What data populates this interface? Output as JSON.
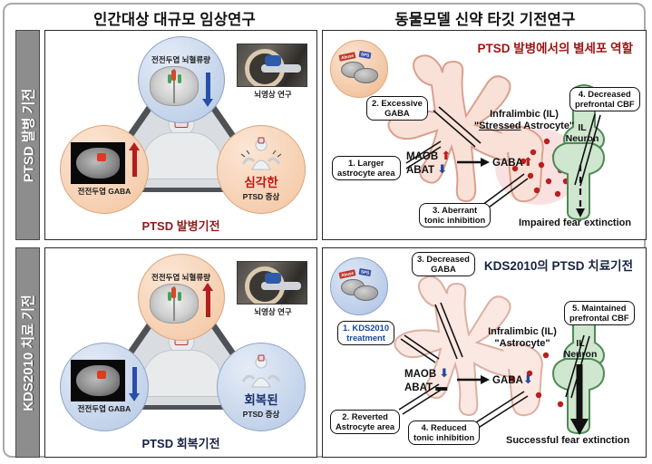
{
  "headers": {
    "left": "인간대상 대규모 임상연구",
    "right": "동물모델 신약 타깃 기전연구"
  },
  "side_tabs": {
    "top": "PTSD 발병 기전",
    "bottom": "KDS2010 치료 기전"
  },
  "clinical_top": {
    "bubble_top_caption": "전전두엽 뇌혈류량",
    "bubble_top_arrow": "down",
    "bubble_left_caption": "전전두엽 GABA",
    "bubble_left_arrow": "up",
    "bubble_right_line1": "심각한",
    "bubble_right_line2": "PTSD 증상",
    "photo_caption": "뇌영상 연구",
    "footer": "PTSD 발병기전"
  },
  "clinical_bottom": {
    "bubble_top_caption": "전전두엽 뇌혈류량",
    "bubble_top_arrow": "up",
    "bubble_left_caption": "전전두엽 GABA",
    "bubble_left_arrow": "down",
    "bubble_right_line1": "회복된",
    "bubble_right_line2": "PTSD 증상",
    "photo_caption": "뇌영상 연구",
    "footer": "PTSD 회복기전"
  },
  "mech_top": {
    "title": "PTSD 발병에서의 별세포 역할",
    "mouse_flag_red": "Abuse",
    "mouse_flag_blue": "SPS",
    "cell_label_line1": "Infralimbic (IL)",
    "cell_label_line2_pre": "\"",
    "cell_label_line2_underline": "Stressed",
    "cell_label_line2_post": " Astrocyte\"",
    "enzyme_1": "MAOB",
    "enzyme_1_change": "up",
    "enzyme_2": "ABAT",
    "enzyme_2_change": "down",
    "product": "GABA",
    "product_change": "up",
    "neuron_label_line1": "IL",
    "neuron_label_line2": "Neuron",
    "callouts": [
      "1. Larger\nastrocyte area",
      "2. Excessive\nGABA",
      "3. Aberrant\ntonic inhibition",
      "4. Decreased\nprefrontal CBF"
    ],
    "outcome": "Impaired fear extinction",
    "outcome_arrow": "dashed-thin"
  },
  "mech_bottom": {
    "title": "KDS2010의 PTSD  치료기전",
    "mouse_flag_red": "Abuse",
    "mouse_flag_blue": "SPS",
    "cell_label_line1": "Infralimbic (IL)",
    "cell_label_line2": "\"Astrocyte\"",
    "enzyme_1": "MAOB",
    "enzyme_1_change": "down",
    "enzyme_2": "ABAT",
    "enzyme_2_change": "unchanged",
    "product": "GABA",
    "product_change": "down",
    "neuron_label_line1": "IL",
    "neuron_label_line2": "Neuron",
    "callouts": [
      "1. KDS2010\ntreatment",
      "2. Reverted\nAstrocyte area",
      "3. Decreased\nGABA",
      "4. Reduced\ntonic inhibition",
      "5. Maintained\nprefrontal CBF"
    ],
    "outcome": "Successful fear extinction",
    "outcome_arrow": "solid-thick"
  },
  "colors": {
    "accent_red": "#b5201f",
    "accent_blue": "#23479e",
    "astrocyte_fill": "#f7ded2",
    "neuron_fill": "#c8e2c8",
    "tab_gray": "#8d8d8d"
  }
}
